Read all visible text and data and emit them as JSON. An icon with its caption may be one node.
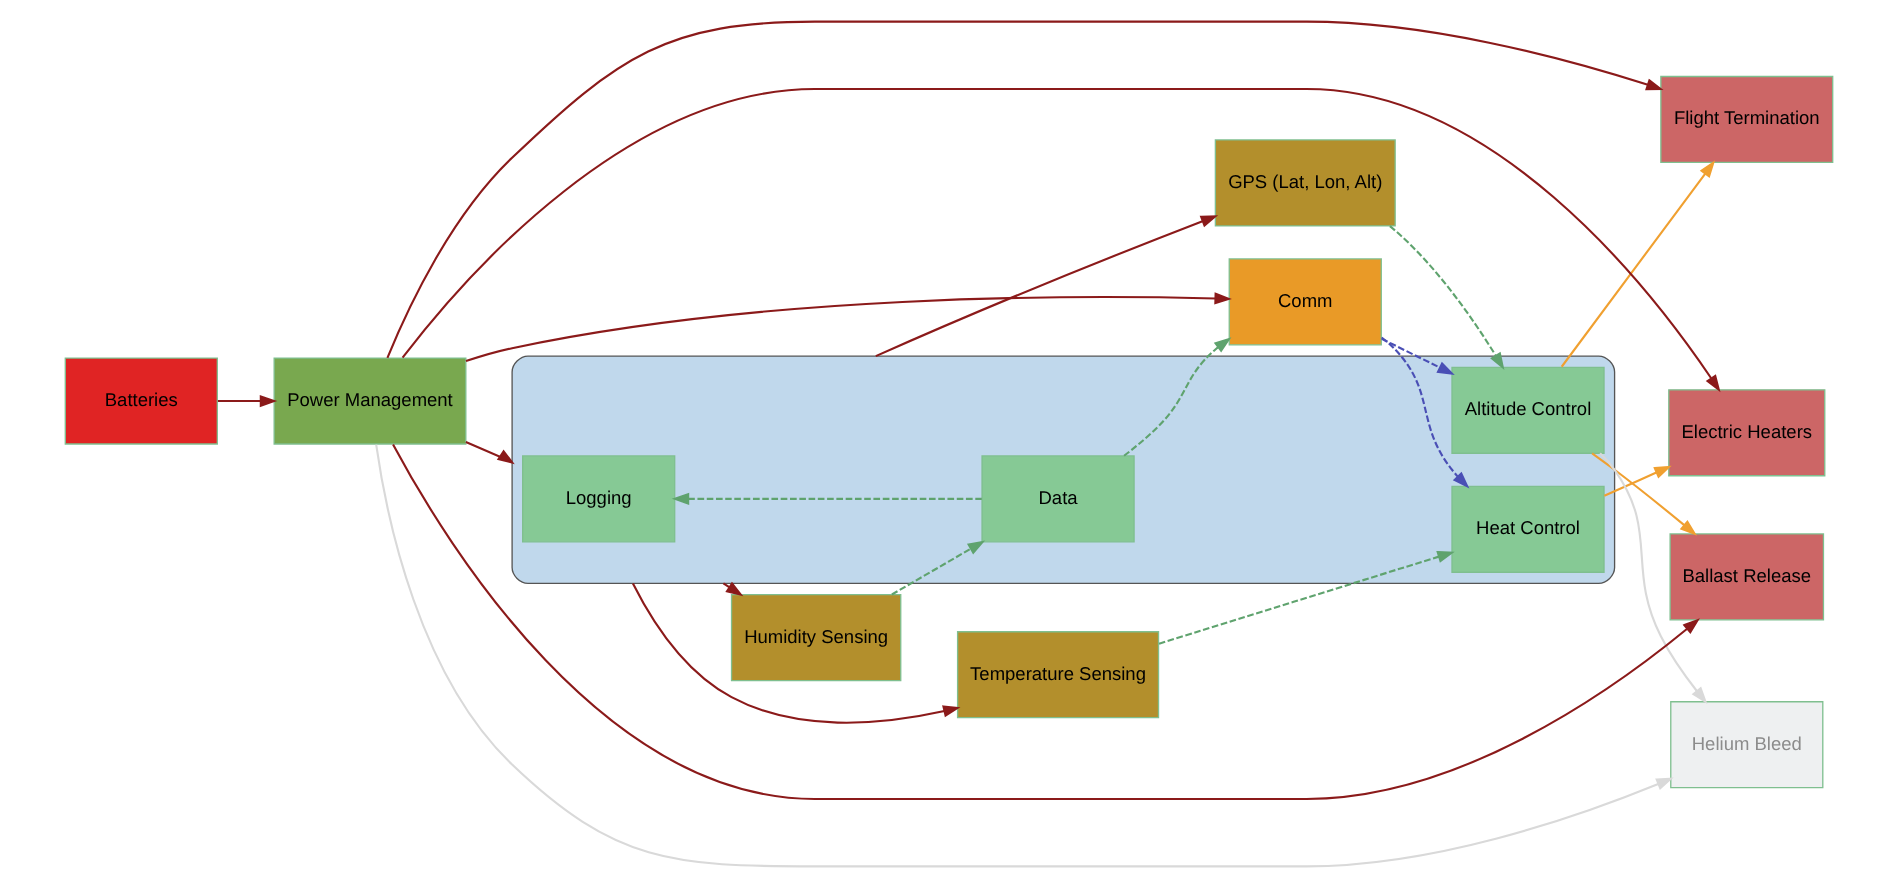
{
  "diagram": {
    "nodes": [
      {
        "text": [],
        "shape": "box"
      },
      {
        "text": [
          "Logging"
        ],
        "in": 0
      },
      {
        "text": [
          "Data"
        ],
        "in": 0
      },
      {
        "text": [
          "Heat Control"
        ],
        "in": 0
      },
      {
        "text": [
          "Altitude Control"
        ],
        "in": 0
      },
      {
        "text": [
          "Batteries"
        ]
      },
      {
        "text": [
          "Power Management"
        ]
      },
      {
        "text": [
          "Humidity Sensing"
        ]
      },
      {
        "text": [
          "Temperature Sensing"
        ]
      },
      {
        "text": [
          "GPS (Lat, Lon, Alt)"
        ]
      },
      {
        "text": [
          "Comm"
        ]
      },
      {
        "text": [
          "Electric Heaters"
        ]
      },
      {
        "text": [
          "Flight Termination"
        ]
      },
      {
        "text": [
          "Ballast Release"
        ]
      },
      {
        "text": [
          "Helium Bleed"
        ]
      }
    ],
    "edges": [
      {
        "from": 5,
        "to": 6,
        "arrow": "to"
      },
      {
        "from": 6,
        "to": 0,
        "arrow": "to"
      },
      {
        "from": 6,
        "to": 10,
        "arrow": "to"
      },
      {
        "from": 6,
        "to": 11,
        "arrow": "to"
      },
      {
        "from": 6,
        "to": 12,
        "arrow": "to"
      },
      {
        "from": 6,
        "to": 13,
        "arrow": "to"
      },
      {
        "from": 6,
        "to": 14,
        "arrow": "to",
        "color": "#d9d9d9"
      },
      {
        "from": 0,
        "to": 7,
        "arrow": "to"
      },
      {
        "from": 0,
        "to": 8,
        "arrow": "to"
      },
      {
        "from": 0,
        "to": 9,
        "arrow": "to"
      },
      {
        "from": 2,
        "to": 1,
        "arrow": "to",
        "style": "dashed",
        "color": "#5fa36e"
      },
      {
        "from": 7,
        "to": 2,
        "arrow": "to",
        "style": "dashed",
        "color": "#5fa36e"
      },
      {
        "from": 8,
        "to": 3,
        "arrow": "to",
        "style": "dashed",
        "color": "#5fa36e"
      },
      {
        "from": 9,
        "to": 4,
        "arrow": "to",
        "style": "dashed",
        "color": "#5fa36e"
      },
      {
        "from": 2,
        "to": 10,
        "arrow": "to",
        "style": "dashed",
        "color": "#5fa36e"
      },
      {
        "from": 10,
        "to": 3,
        "arrow": "to",
        "style": "dashed",
        "color": "#4a4fb5"
      },
      {
        "from": 10,
        "to": 4,
        "arrow": "to",
        "style": "dashed",
        "color": "#4a4fb5"
      },
      {
        "from": 3,
        "to": 11,
        "arrow": "to",
        "color": "#f0a030"
      },
      {
        "from": 4,
        "to": 12,
        "arrow": "to",
        "color": "#f0a030"
      },
      {
        "from": 4,
        "to": 13,
        "arrow": "to",
        "color": "#f0a030"
      },
      {
        "from": 4,
        "to": 14,
        "arrow": "to",
        "color": "#d9d9d9"
      }
    ]
  }
}
